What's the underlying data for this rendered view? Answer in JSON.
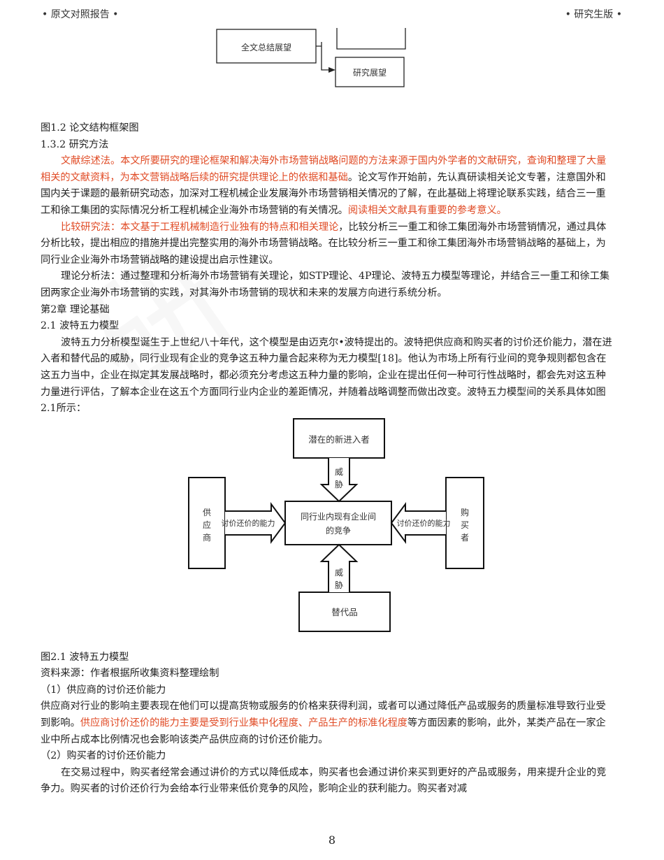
{
  "header": {
    "left": "• 原文对照报告 •",
    "right": "• 研究生版 •"
  },
  "fig1_fragment": {
    "box_summary": "全文总结展望",
    "box_outlook": "研究展望"
  },
  "fig1_caption": "图1.2   论文结构框架图",
  "sec_1_3_2": "1.3.2 研究方法",
  "para_lit": {
    "red1": "文献综述法。本文所要研究的理论框架和解决海外市场营销战略问题的方法来源于国内外学者的文献研究，查询和整理了大量相关的文献资料，为本文营销战略后续的研究提供理论上的依据和基础",
    "black1": "。论文写作开始前，先认真研读相关论文专著，注意国外和国内关于课题的最新研究动态，加深对工程机械企业发展海外市场营销相关情况的了解，在此基础上将理论联系实践，结合三一重工和徐工集团的实际情况分析工程机械企业海外市场营销的有关情况。",
    "red2": "阅读相关文献具有重要的参考意义。"
  },
  "para_compare": {
    "red": "比较研究法：本文基于工程机械制造行业独有的特点和相关理论",
    "black": "，比较分析三一重工和徐工集团海外市场营销情况，通过具体分析比较，提出相应的措施并提出完整实用的海外市场营销战略。在比较分析三一重工和徐工集团海外市场营销战略的基础上，为同行业企业海外市场营销战略的建设提出启示性建议。"
  },
  "para_theory": "理论分析法：通过整理和分析海外市场营销有关理论，如STP理论、4P理论、波特五力模型等理论，并结合三一重工和徐工集团两家企业海外市场营销的实践，对其海外市场营销的现状和未来的发展方向进行系统分析。",
  "chapter2": "第2章 理论基础",
  "sec_2_1": "2.1 波特五力模型",
  "para_porter": "波特五力分析模型诞生于上世纪八十年代，这个模型是由迈克尔•波特提出的。波特把供应商和购买者的讨价还价能力，潜在进入者和替代品的威胁，同行业现有企业的竞争这五种力量合起来称为无力模型[18]。他认为市场上所有行业间的竞争规则都包含在这五力当中，企业在拟定其发展战略时，都必须充分考虑这五种力量的影响，企业在提出任何一种可行性战略时，都会先对这五种力量进行评估，了解本企业在这五个方面同行业内企业的差距情况，并随着战略调整而做出改变。波特五力模型间的关系具体如图2.1所示：",
  "fig2": {
    "top": "潜在的新进入者",
    "threat_top": [
      "威",
      "胁"
    ],
    "supplier": [
      "供",
      "应",
      "商"
    ],
    "bargain_left": "讨价还价的能力",
    "center": [
      "同行业内现有企业间",
      "的竞争"
    ],
    "bargain_right": "讨价还价的能力",
    "buyer": [
      "购",
      "买",
      "者"
    ],
    "threat_bottom": [
      "威",
      "胁"
    ],
    "bottom": "替代品"
  },
  "fig2_caption": "图2.1 波特五力模型",
  "source": "资料来源：作者根据所收集资料整理绘制",
  "h_supplier": "（1）供应商的讨价还价能力",
  "para_supplier": {
    "black1": "供应商对行业的影响主要表现在他们可以提高货物或服务的价格来获得利润，或者可以通过降低产品或服务的质量标准导致行业受到影响。",
    "red": "供应商讨价还价的能力主要是受到行业集中化程度、产品生产的标准化程度",
    "black2": "等方面因素的影响，此外，某类产品在一家企业中所占成本比例情况也会影响该类产品供应商的讨价还价能力。"
  },
  "h_buyer": "（2）购买者的讨价还价能力",
  "para_buyer": "在交易过程中，购买者经常会通过讲价的方式以降低成本，购买者也会通过讲价来买到更好的产品或服务，用来提升企业的竞争力。购买者的讨价还价行为会给本行业带来低价竞争的风险，影响企业的获利能力。购买者对减",
  "page_number": "8"
}
